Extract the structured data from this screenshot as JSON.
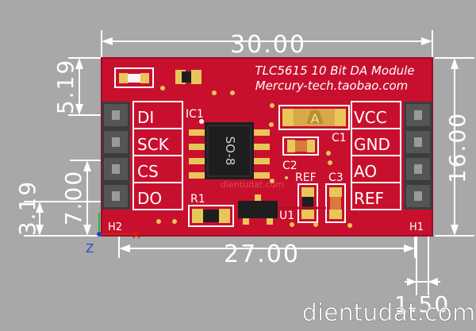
{
  "board": {
    "title": "TLC5615 10 Bit DA Module",
    "subtitle": "Mercury-tech.taobao.com",
    "left_pins": [
      "DI",
      "SCK",
      "CS",
      "DO"
    ],
    "right_pins": [
      "VCC",
      "GND",
      "AO",
      "REF"
    ],
    "ic_ref": "IC1",
    "ic_package": "SO-8",
    "c1": "C1",
    "c2": "C2",
    "c3": "C3",
    "r1": "R1",
    "u1": "U1",
    "ref_label": "REF",
    "h1": "H1",
    "h2": "H2",
    "pcb_watermark": "dientudat.com"
  },
  "dimensions": {
    "top_width": "30.00",
    "bottom_width": "27.00",
    "right_height": "16.00",
    "left_top": "5.19",
    "left_middle": "7.00",
    "left_bottom": "3.19",
    "bottom_right": "1.50"
  },
  "axis": {
    "z_label": "Z"
  },
  "watermark": "dientudat.com",
  "colors": {
    "background": "#a8a8a8",
    "pcb": "#c8102e",
    "pcb_edge": "#9e0c22",
    "silk": "#ffffff",
    "pad": "#e9c65a",
    "header": "#3c3c3c"
  }
}
